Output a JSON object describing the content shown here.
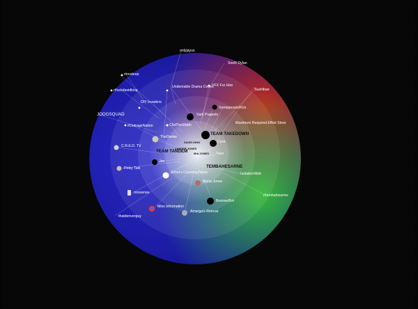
{
  "nodes": {
    "onlyjayus": "onlyjayus",
    "soor_dylan": "SooR Dylan",
    "nosleep": "r/nosleep",
    "fuckdavidking": "r/fuckdavidking",
    "undeniable": "Undeniable Drama Codes",
    "vfx": "VFX For Hire",
    "sushibae": "Sushibae",
    "diy": "DIY Invaders",
    "joogsquad": "JOOGSQUAD",
    "sark": "Sark Puppets",
    "somepeople": "SomepeopleRUs",
    "outrage": "#OutrageNation",
    "clot": "ClotTheShark",
    "maximum": "Maximum Required Effort Store",
    "team_takedown": "TEAM TAKEDOWN",
    "teamtanden_ext": "TheDanke",
    "david_king": "DAVID KING",
    "zander_jones": "ZANDER JONES",
    "mia_jones": "MIA JONES",
    "cred": "C.R.E.D. TV",
    "team_tandem": "TEAM TANDEM",
    "ten": "Teen",
    "jen": "Jen",
    "tembahesarne": "TEMBAHESARNE",
    "isolation": "IsolationWeb",
    "pinky": "Pinky Talk",
    "emet": "Emet's Crossing News",
    "maria": "Maria Jones",
    "nonsense": "nonsense",
    "tembaharms": "r/tembahizarms",
    "boomerbot": "BoomerBot",
    "miss_info": "Miss Information",
    "amarga": "Amarga's Retreat",
    "thatdenverguy": "thatdenverguy",
    "cora": "Cora"
  },
  "colors": {
    "background": "#050505",
    "blue": "#1a1ab0",
    "red": "#b01a0a",
    "green": "#2aa82a",
    "center_white": "#ffffff",
    "label": "#ffffff"
  },
  "icons": {
    "node_dot": "black-circle",
    "avatar": "avatar-circle",
    "phone": "phone-icon",
    "chrome": "browser-icon"
  }
}
